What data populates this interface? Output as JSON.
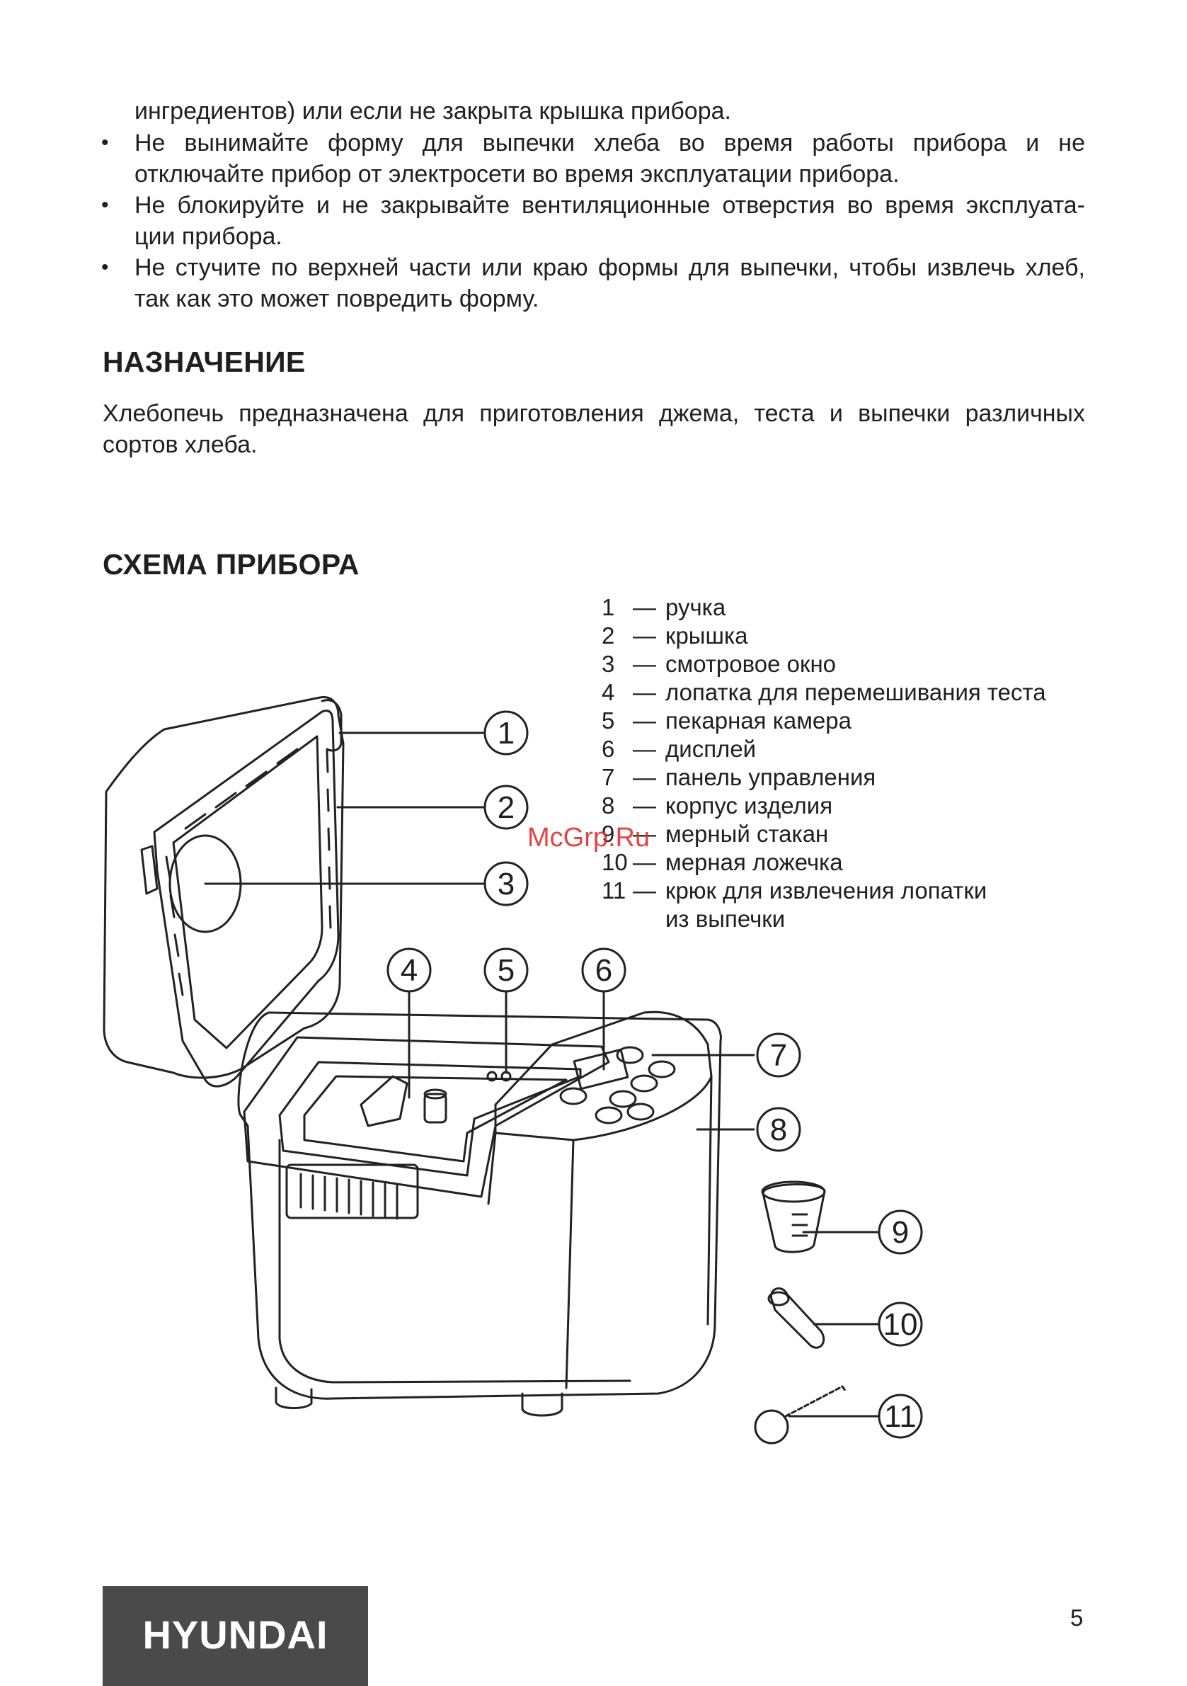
{
  "intro": {
    "line0": "ингредиентов) или если не закрыта крышка прибора.",
    "b1_line1": "Не вынимайте форму для выпечки хлеба во время работы прибора и не",
    "b1_line2": "отключайте прибор от электросети во время эксплуатации прибора.",
    "b2_line1": "Не блокируйте и не закрывайте вентиляционные отверстия во время эксплуата-",
    "b2_line2": "ции прибора.",
    "b3_line1": "Не стучите по верхней части или краю формы для выпечки, чтобы извлечь хлеб,",
    "b3_line2": "так как это может повредить форму.",
    "bullet_glyph": "•"
  },
  "purpose": {
    "heading": "НАЗНАЧЕНИЕ",
    "line1": "Хлебопечь предназначена для приготовления джема, теста и выпечки различных",
    "line2": "сортов хлеба."
  },
  "scheme": {
    "heading": "СХЕМА ПРИБОРА",
    "dash": "—",
    "legend": [
      {
        "num": "1",
        "label": "ручка"
      },
      {
        "num": "2",
        "label": "крышка"
      },
      {
        "num": "3",
        "label": "смотровое окно"
      },
      {
        "num": "4",
        "label": "лопатка для перемешивания теста"
      },
      {
        "num": "5",
        "label": "пекарная камера"
      },
      {
        "num": "6",
        "label": "дисплей"
      },
      {
        "num": "7",
        "label": "панель управления"
      },
      {
        "num": "8",
        "label": "корпус изделия"
      },
      {
        "num": "9",
        "label": "мерный стакан"
      },
      {
        "num": "10",
        "label": "мерная ложечка"
      },
      {
        "num": "11",
        "label": "крюк для извлечения лопатки",
        "cont": "из выпечки"
      }
    ],
    "callouts": [
      "1",
      "2",
      "3",
      "4",
      "5",
      "6",
      "7",
      "8",
      "9",
      "10",
      "11"
    ]
  },
  "watermark": "McGrp.Ru",
  "brand": "HYUNDAI",
  "page_number": "5"
}
